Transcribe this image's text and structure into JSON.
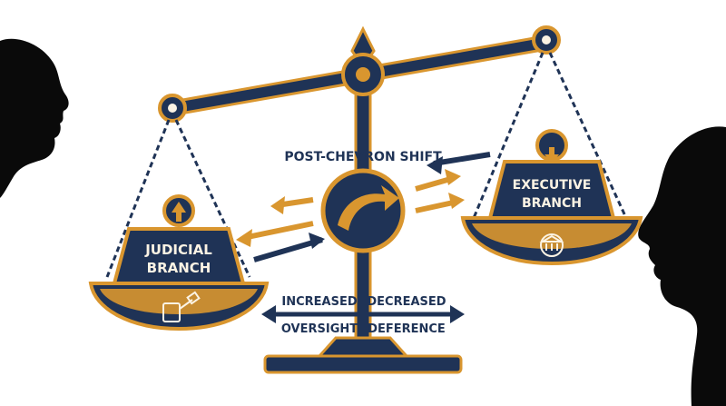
{
  "colors": {
    "navy": "#1f3356",
    "gold": "#d9962f",
    "cream": "#fbf3e4",
    "silhouette": "#0a0a0a"
  },
  "center_emblem": {
    "title": "POST-CHEVRON SHIFT",
    "icon": "upward-arrow-swoosh-icon"
  },
  "left_pan": {
    "weight_label_line1": "JUDICIAL",
    "weight_label_line2": "BRANCH",
    "weight_icon": "up-arrow-icon",
    "pan_icon": "gavel-scroll-icon"
  },
  "right_pan": {
    "weight_label_line1": "EXECUTIVE",
    "weight_label_line2": "BRANCH",
    "weight_icon": "down-arrow-icon",
    "pan_icon": "government-building-gear-icon"
  },
  "base_labels": {
    "left_line1": "INCREASED",
    "left_line2": "OVERSIGHT",
    "right_line1": "DECREASED",
    "right_line2": "DEFERENCE"
  },
  "silhouettes": [
    "left-profile",
    "right-profile"
  ]
}
